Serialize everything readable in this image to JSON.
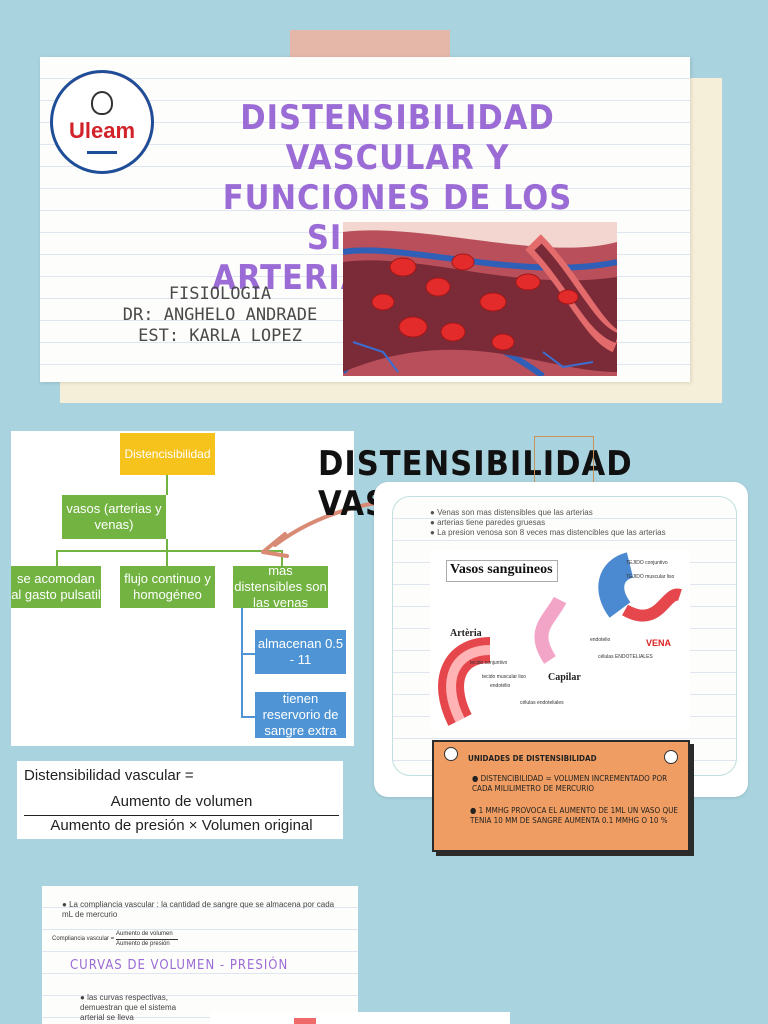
{
  "header": {
    "logo_text": "Uleam",
    "title_lines": [
      "DISTENSIBILIDAD VASCULAR Y",
      "FUNCIONES DE LOS SISTEMAS",
      "ARTERIAL Y VENOSO"
    ],
    "subtitle_lines": [
      "FISIOLOGIA",
      "DR: ANGHELO ANDRADE",
      "EST: KARLA LOPEZ"
    ]
  },
  "section_title": "DISTENSIBILIDAD VASCULAR",
  "diagram": {
    "root": "Distencisibilidad",
    "level1": "vasos (arterias y venas)",
    "level2": [
      "se acomodan al gasto pulsatil",
      "flujo continuo y homogéneo",
      "mas distensibles son las venas"
    ],
    "level3": [
      "almacenan 0.5 - 11",
      "tienen reservorio de sangre extra"
    ]
  },
  "formula": {
    "lhs": "Distensibilidad vascular =",
    "numerator": "Aumento de volumen",
    "denominator": "Aumento de presión × Volumen original"
  },
  "notes": {
    "bullets": [
      "Venas son mas distensibles que las arterias",
      "arterias tiene paredes gruesas",
      "La presion venosa son 8 veces mas distencibles que las arterias"
    ],
    "figure_title": "Vasos sanguineos",
    "labels": {
      "arteria": "Artèria",
      "capilar": "Capilar",
      "vena": "VENA",
      "tejido1": "TEJIDO conjuntivo",
      "tejido2": "TEJIDO muscular liso",
      "endotelio": "endotelio",
      "celulas": "células ENDOTELIALES",
      "tejido_conj": "tecido conjuntivo",
      "tejido_musc": "tecido muscular liso",
      "endot": "endotélio",
      "cel_end": "células endoteliales"
    }
  },
  "units_box": {
    "title": "UNIDADES DE DISTENSIBILIDAD",
    "items": [
      "DISTENCIBILIDAD = VOLUMEN INCREMENTADO POR CADA MILILIMETRO DE MERCURIO",
      "1 MMHG PROVOCA EL AUMENTO DE 1ML UN VASO QUE TENIA 10 MM DE SANGRE AUMENTA 0.1 MMHG O 10 %"
    ]
  },
  "bottom": {
    "bullet1": "La compliancia vascular : la cantidad de sangre que se almacena por cada mL de mercurio",
    "mini_formula_lhs": "Compliancia vascular =",
    "mini_num": "Aumento de volumen",
    "mini_den": "Aumento de presión",
    "heading": "CURVAS DE VOLUMEN - PRESIÓN",
    "bullet2": "las curvas respectivas, demuestran que el sistema arterial se lleva"
  }
}
